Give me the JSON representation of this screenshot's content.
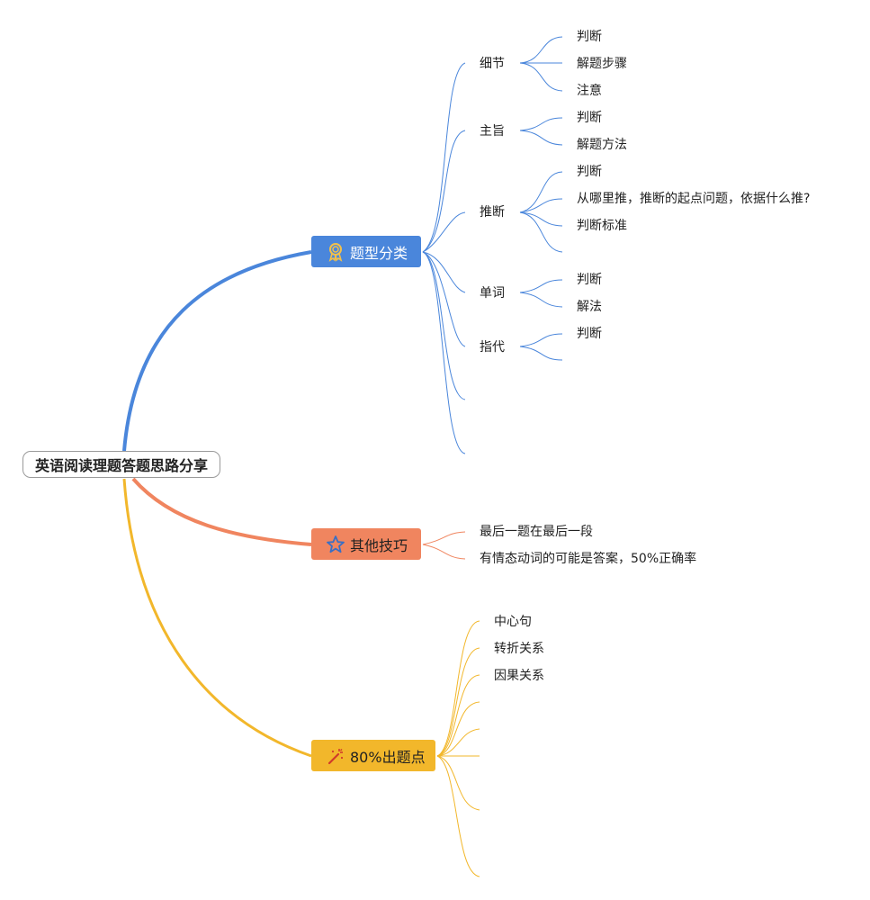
{
  "root": {
    "label": "英语阅读理题答题思路分享"
  },
  "colors": {
    "blue": "#4a86db",
    "orange": "#f0855f",
    "yellow": "#f2b72b",
    "root_border": "#9a9a9a"
  },
  "branches": {
    "types": {
      "label": "题型分类",
      "icon": "ribbon-badge-icon",
      "children": {
        "detail": {
          "label": "细节",
          "items": [
            "判断",
            "解题步骤",
            "注意"
          ]
        },
        "main_idea": {
          "label": "主旨",
          "items": [
            "判断",
            "解题方法"
          ]
        },
        "inference": {
          "label": "推断",
          "items": [
            "判断",
            "从哪里推，推断的起点问题，依据什么推?",
            "判断标准"
          ]
        },
        "vocab": {
          "label": "单词",
          "items": [
            "判断",
            "解法"
          ]
        },
        "reference": {
          "label": "指代",
          "items": [
            "判断"
          ]
        }
      }
    },
    "other": {
      "label": "其他技巧",
      "icon": "star-icon",
      "items": [
        "最后一题在最后一段",
        "有情态动词的可能是答案，50%正确率"
      ]
    },
    "points": {
      "label": "80%出题点",
      "icon": "magic-wand-icon",
      "items": [
        "中心句",
        "转折关系",
        "因果关系"
      ]
    }
  }
}
